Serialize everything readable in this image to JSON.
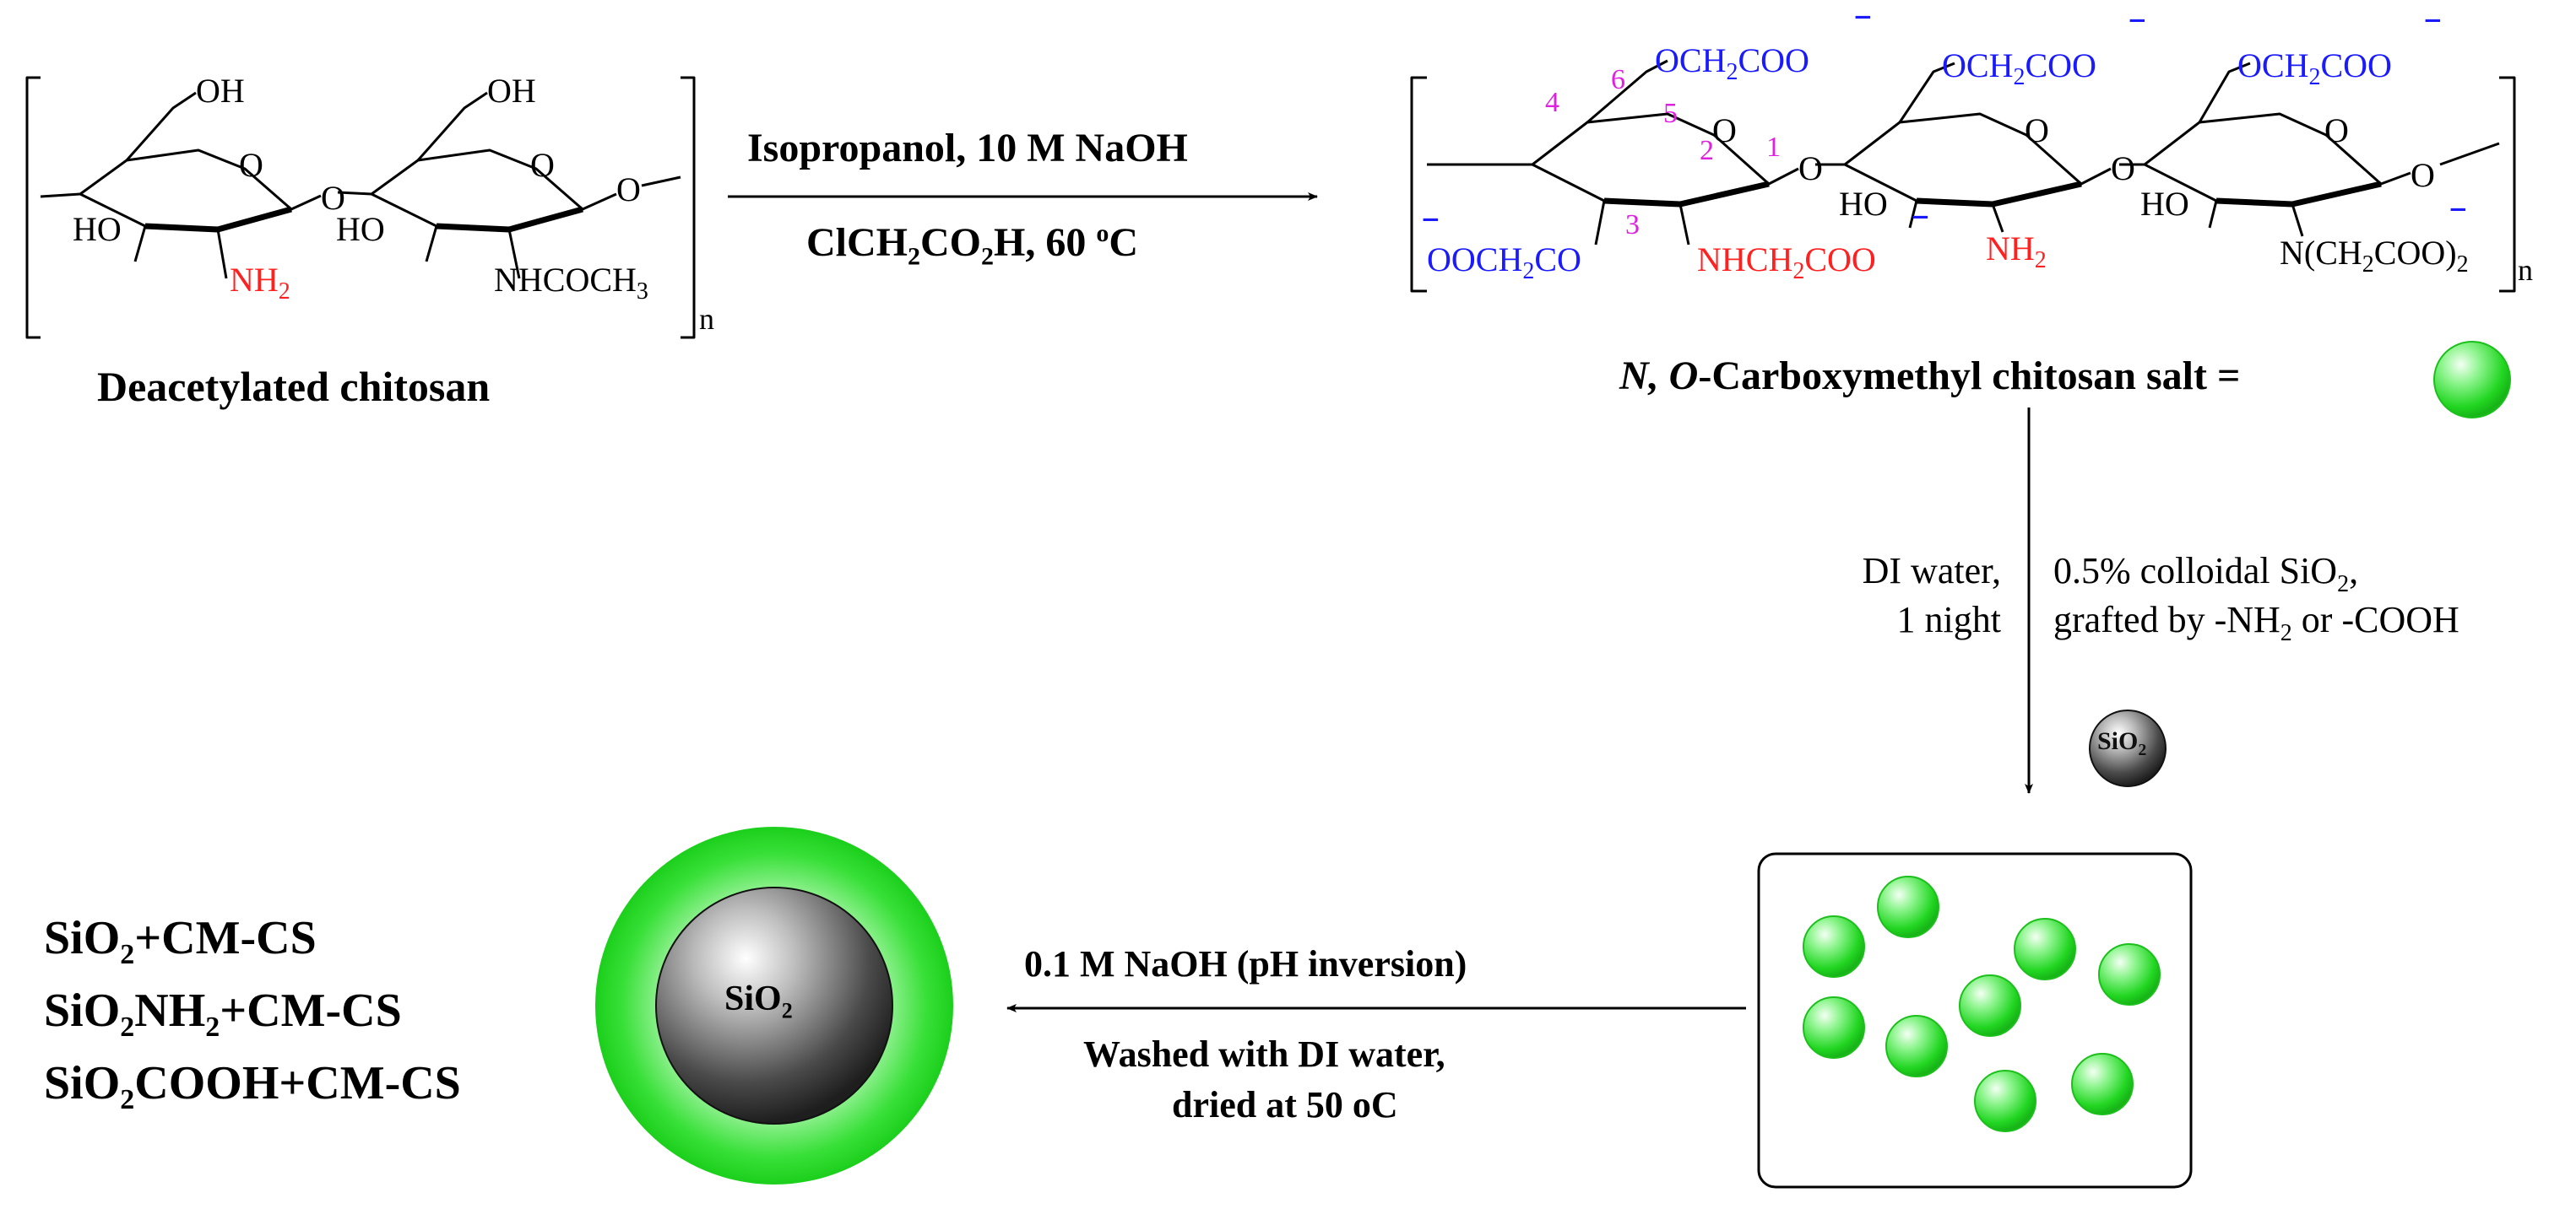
{
  "step1": {
    "reagents_top": "Isopropanol, 10 M NaOH",
    "reagents_bottom": "ClCH2CO2H, 60 oC"
  },
  "reactant": {
    "name": "Deacetylated chitosan",
    "atoms": {
      "oh_top_left": "OH",
      "oh_top_right": "OH",
      "ho_left": "HO",
      "ho_mid": "HO",
      "nh2": "NH2",
      "nhcoch3": "NHCOCH3",
      "o_ring_left": "O",
      "o_ring_right": "O",
      "o_link": "O",
      "o_end": "O",
      "n": "n"
    }
  },
  "product": {
    "name_prefix": "N, O",
    "name_suffix": "-Carboxymethyl chitosan  salt =",
    "atoms": {
      "ocoo_1": "OCH2COO",
      "ocoo_2": "OCH2COO",
      "ocoo_3": "OCH2COO",
      "oococh2": "OOCH2CO",
      "nhch2coo": "NHCH2COO",
      "nh2": "NH2",
      "ho_1": "HO",
      "ho_2": "HO",
      "ncoo2": "N(CH2COO)2",
      "o_ring_1": "O",
      "o_ring_2": "O",
      "o_ring_3": "O",
      "o_link_1": "O",
      "o_link_2": "O",
      "o_end": "O",
      "n": "n",
      "pos_1": "1",
      "pos_2": "2",
      "pos_3": "3",
      "pos_4": "4",
      "pos_5": "5",
      "pos_6": "6"
    }
  },
  "step2": {
    "left_line1": "DI water,",
    "left_line2": "1 night",
    "right_line1": "0.5% colloidal SiO2,",
    "right_line2": "grafted by -NH2 or -COOH",
    "sio2_label": "SiO2"
  },
  "step3": {
    "top": "0.1 M NaOH (pH inversion)",
    "bottom_line1": "Washed with DI water,",
    "bottom_line2": "dried at 50 oC"
  },
  "core_shell": {
    "core_label": "SiO2"
  },
  "products_list": [
    "SiO2+CM-CS",
    "SiO2NH2+CM-CS",
    "SiO2COOH+CM-CS"
  ],
  "colors": {
    "green_particle": "#2ee82e",
    "red_label": "#ff2020",
    "blue_label": "#1a1aff",
    "magenta_label": "#e020e0"
  }
}
